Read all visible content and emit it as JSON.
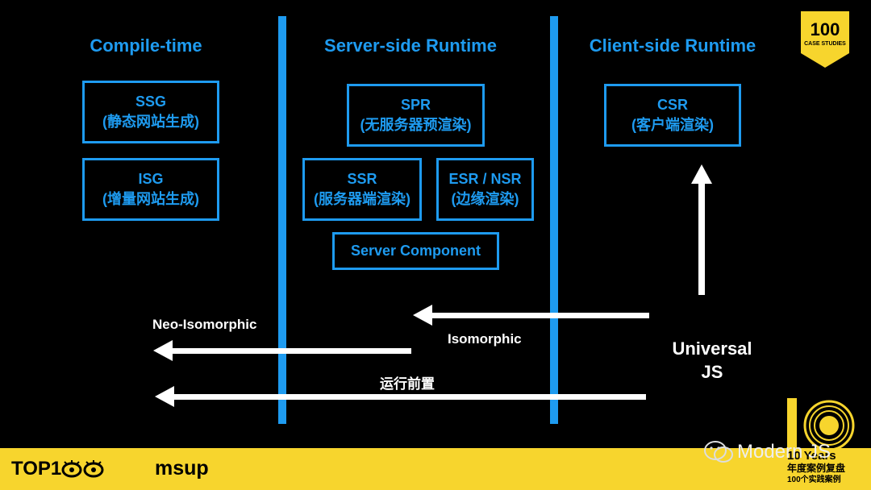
{
  "columns": {
    "compile": "Compile-time",
    "server": "Server-side Runtime",
    "client": "Client-side Runtime"
  },
  "boxes": {
    "ssg": {
      "title": "SSG",
      "sub": "(静态网站生成)"
    },
    "isg": {
      "title": "ISG",
      "sub": "(增量网站生成)"
    },
    "spr": {
      "title": "SPR",
      "sub": "(无服务器预渲染)"
    },
    "ssr": {
      "title": "SSR",
      "sub": "(服务器端渲染)"
    },
    "esr": {
      "title": "ESR / NSR",
      "sub": "(边缘渲染)"
    },
    "server_component": {
      "title": "Server Component"
    },
    "csr": {
      "title": "CSR",
      "sub": "(客户端渲染)"
    }
  },
  "labels": {
    "neo": "Neo-Isomorphic",
    "iso": "Isomorphic",
    "preprocess": "运行前置",
    "universal_1": "Universal",
    "universal_2": "JS"
  },
  "badge": {
    "number": "100",
    "text": "CASE STUDIES"
  },
  "footer": {
    "top100": "TOP1",
    "msup": "msup",
    "years_number": "10",
    "years_word": "Years",
    "review": "年度案例复盘",
    "cases": "100个实践案例"
  },
  "watermark": "Modern JS",
  "colors": {
    "accent": "#1e9bf0",
    "footer": "#f7d52d"
  }
}
